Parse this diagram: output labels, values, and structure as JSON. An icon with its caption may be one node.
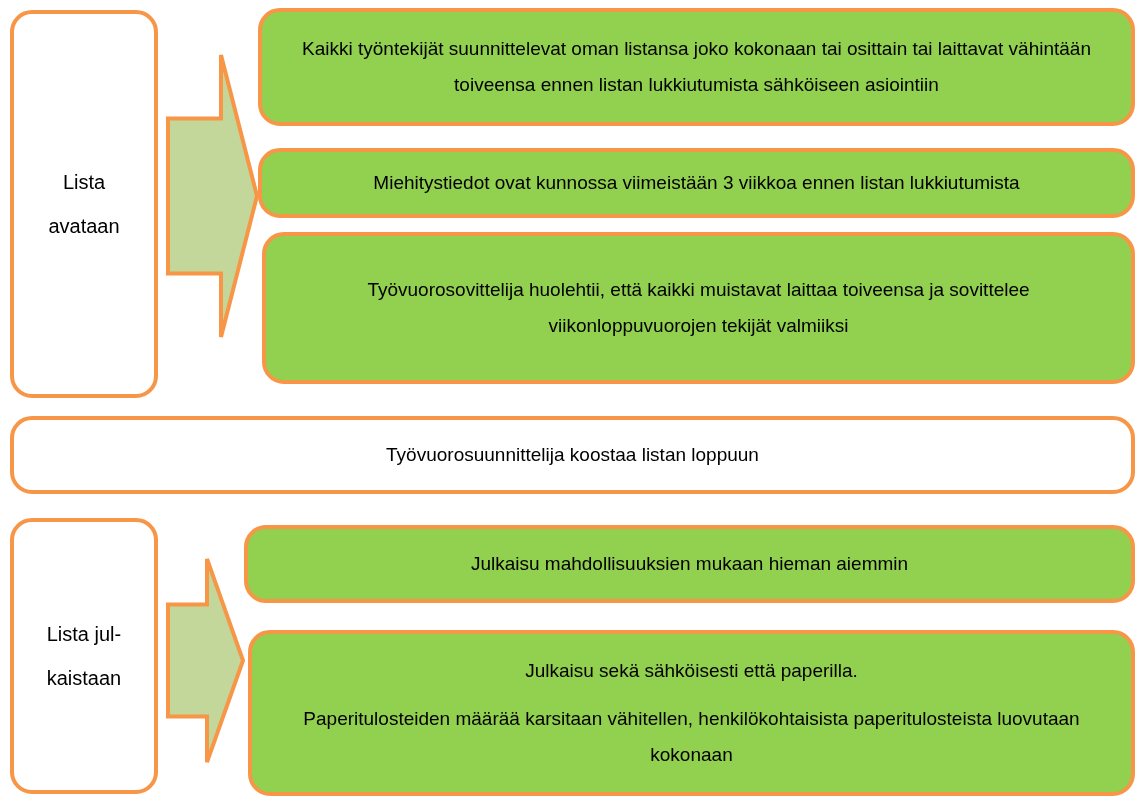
{
  "diagram": {
    "nodes": [
      {
        "text": [
          "Lista avataan"
        ]
      },
      {
        "text": [
          "Kaikki työntekijät suunnittelevat oman listansa joko kokonaan tai osittain tai laittavat vähintään toiveensa ennen listan lukkiutumista sähköiseen asiointiin"
        ]
      },
      {
        "text": [
          "Miehitystiedot ovat kunnossa viimeistään 3 viikkoa ennen listan lukkiutumista"
        ]
      },
      {
        "text": [
          "Työvuorosovittelija huolehtii, että kaikki muistavat laittaa toiveensa ja sovittelee viikonloppuvuorojen tekijät valmiiksi"
        ]
      },
      {
        "text": [
          "Työvuorosuunnittelija koostaa listan loppuun"
        ]
      },
      {
        "text": [
          "Lista jul- kaistaan"
        ]
      },
      {
        "text": [
          "Julkaisu mahdollisuuksien mukaan hieman aiemmin"
        ]
      },
      {
        "text": [
          "Julkaisu sekä sähköisesti että paperilla.",
          "Paperitulosteiden määrää karsitaan vähitellen, henkilökohtaisista paperitulosteista luovutaan kokonaan"
        ]
      }
    ],
    "edges": [
      {
        "from": 0,
        "to": 1,
        "arrow": "to"
      },
      {
        "from": 0,
        "to": 2,
        "arrow": "to"
      },
      {
        "from": 0,
        "to": 3,
        "arrow": "to"
      },
      {
        "from": 5,
        "to": 6,
        "arrow": "to"
      },
      {
        "from": 5,
        "to": 7,
        "arrow": "to"
      }
    ]
  }
}
